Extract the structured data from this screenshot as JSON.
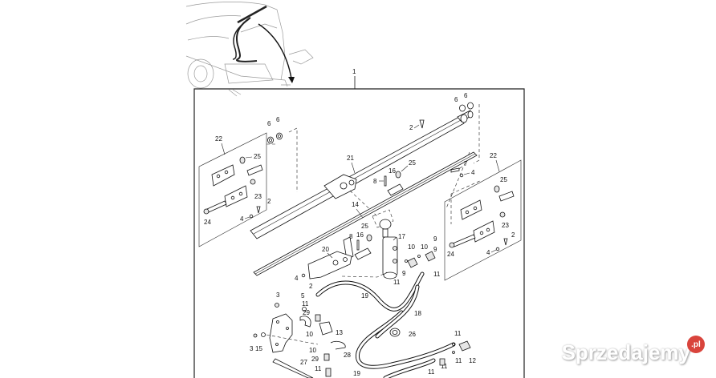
{
  "diagram": {
    "title_callout": "1",
    "overview_sketch": "baler-overview-with-hose-routing",
    "left_subassembly": {
      "label": "22",
      "callouts": [
        "6",
        "6",
        "25",
        "23",
        "2",
        "24",
        "4"
      ]
    },
    "right_subassembly": {
      "label": "22",
      "callouts": [
        "25",
        "23",
        "2",
        "24",
        "4"
      ]
    },
    "callouts": {
      "c1": "1",
      "c6a": "6",
      "c6b": "6",
      "c6c": "6",
      "c6d": "6",
      "c2a": "2",
      "c2b": "2",
      "c2c": "2",
      "c2d": "2",
      "c22a": "22",
      "c22b": "22",
      "c25a": "25",
      "c25b": "25",
      "c25c": "25",
      "c25d": "25",
      "c23a": "23",
      "c23b": "23",
      "c24a": "24",
      "c24b": "24",
      "c4a": "4",
      "c4b": "4",
      "c4c": "4",
      "c4d": "4",
      "c21": "21",
      "c16a": "16",
      "c16b": "16",
      "c8a": "8",
      "c8b": "8",
      "c7": "7",
      "c14": "14",
      "c17": "17",
      "c20": "20",
      "c10a": "10",
      "c10b": "10",
      "c10c": "10",
      "c10d": "10",
      "c9a": "9",
      "c9b": "9",
      "c9c": "9",
      "c11a": "11",
      "c11b": "11",
      "c11c": "11",
      "c11d": "11",
      "c11e": "11",
      "c11f": "11",
      "c11g": "11",
      "c11h": "11",
      "c11i": "11",
      "c19a": "19",
      "c19b": "19",
      "c18": "18",
      "c3a": "3",
      "c3b": "3",
      "c5": "5",
      "c29a": "29",
      "c29b": "29",
      "c13": "13",
      "c15": "15",
      "c28": "28",
      "c26": "26",
      "c12": "12",
      "c27": "27"
    }
  },
  "watermark": {
    "text": "Sprzedajemy",
    "badge": ".pl",
    "badge_color": "#d9443c"
  }
}
